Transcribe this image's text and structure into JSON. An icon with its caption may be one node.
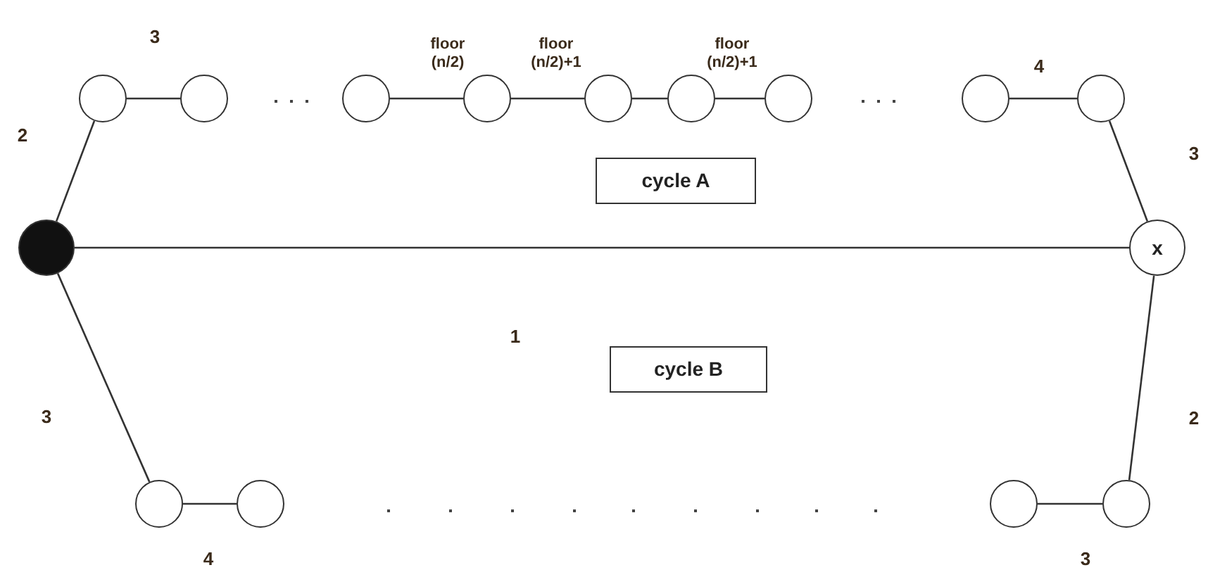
{
  "diagram": {
    "nodes": [
      {
        "text": [],
        "shape": "circle"
      },
      {
        "text": [],
        "shape": "circle"
      },
      {
        "text": [],
        "shape": "circle"
      },
      {
        "text": [],
        "shape": "circle"
      },
      {
        "text": [],
        "shape": "circle"
      },
      {
        "text": [],
        "shape": "circle"
      },
      {
        "text": [],
        "shape": "circle"
      },
      {
        "text": [],
        "shape": "circle"
      },
      {
        "text": [],
        "shape": "circle"
      },
      {
        "text": [
          "cycle A"
        ]
      },
      {
        "text": [],
        "shape": "circle"
      },
      {
        "text": [
          "x"
        ]
      },
      {
        "text": [
          "cycle B"
        ]
      },
      {
        "text": [],
        "shape": "circle"
      },
      {
        "text": [],
        "shape": "circle"
      },
      {
        "text": [],
        "shape": "circle"
      },
      {
        "text": [],
        "shape": "circle"
      }
    ],
    "edges": [
      {
        "from": 10,
        "to": 0,
        "arrow": "none",
        "label": "2"
      },
      {
        "from": 0,
        "to": 1,
        "arrow": "none",
        "label": "3"
      },
      {
        "from": 2,
        "to": 3,
        "arrow": "none",
        "label": "floor (n/2)"
      },
      {
        "from": 3,
        "to": 4,
        "arrow": "none",
        "label": "floor (n/2)+1"
      },
      {
        "from": 4,
        "to": 5,
        "arrow": "none"
      },
      {
        "from": 5,
        "to": 6,
        "arrow": "none",
        "label": "floor (n/2)+1"
      },
      {
        "from": 7,
        "to": 8,
        "arrow": "none",
        "label": "4"
      },
      {
        "from": 8,
        "to": 11,
        "arrow": "none",
        "label": "3"
      },
      {
        "from": 10,
        "to": 11,
        "arrow": "none",
        "label": "1"
      },
      {
        "from": 10,
        "to": 13,
        "arrow": "none",
        "label": "3"
      },
      {
        "from": 13,
        "to": 14,
        "arrow": "none",
        "label": "4"
      },
      {
        "from": 15,
        "to": 16,
        "arrow": "none",
        "label": "3"
      },
      {
        "from": 16,
        "to": 11,
        "arrow": "none",
        "label": "2"
      }
    ]
  }
}
